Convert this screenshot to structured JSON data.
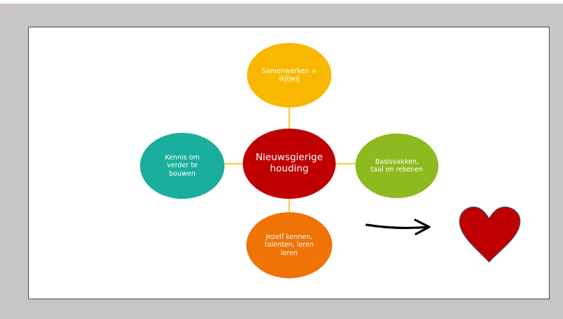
{
  "slide": {
    "nodes": {
      "center": {
        "label": "Nieuwsgierige\nhouding",
        "color": "#c00000"
      },
      "top": {
        "label": "Samenwerken =\nikjijwij",
        "color": "#f8b800"
      },
      "left": {
        "label": "Kennis om\nverder te\nbouwen",
        "color": "#1aaf9c"
      },
      "right": {
        "label": "Basisvakken,\ntaal en rekenen",
        "color": "#8dba1f"
      },
      "bottom": {
        "label": "Jezelf kennen,\ntalenten, leren\nleren",
        "color": "#ef7305"
      }
    },
    "connector_color": "#f8b800",
    "heart_color": "#c00000"
  }
}
